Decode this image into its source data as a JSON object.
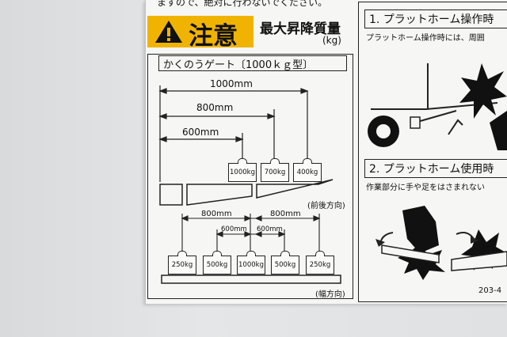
{
  "top_text": "ますので、絶対に行わないでください。",
  "warning": {
    "word": "注意",
    "title": "最大昇降質量",
    "unit": "(kg)"
  },
  "gate": {
    "title": "かくのうゲート〔1000ｋｇ型〕",
    "dims": [
      "1000mm",
      "800mm",
      "600mm"
    ],
    "weights_top": [
      "1000kg",
      "700kg",
      "400kg"
    ],
    "direction_front": "(前後方向)",
    "dims_width": [
      "800mm",
      "800mm",
      "600mm",
      "600mm"
    ],
    "weights_bottom": [
      "250kg",
      "500kg",
      "1000kg",
      "500kg",
      "250kg"
    ],
    "direction_width": "(幅方向)"
  },
  "right": {
    "section1_title": "1. プラットホーム操作時",
    "section1_text": "プラットホーム操作時には、周囲",
    "section2_title": "2. プラットホーム使用時",
    "section2_text": "作業部分に手や足をはさまれない",
    "code": "203-4"
  },
  "colors": {
    "warning_yellow": "#f0b400",
    "label_bg": "#f6f6f4",
    "ink": "#111111"
  }
}
